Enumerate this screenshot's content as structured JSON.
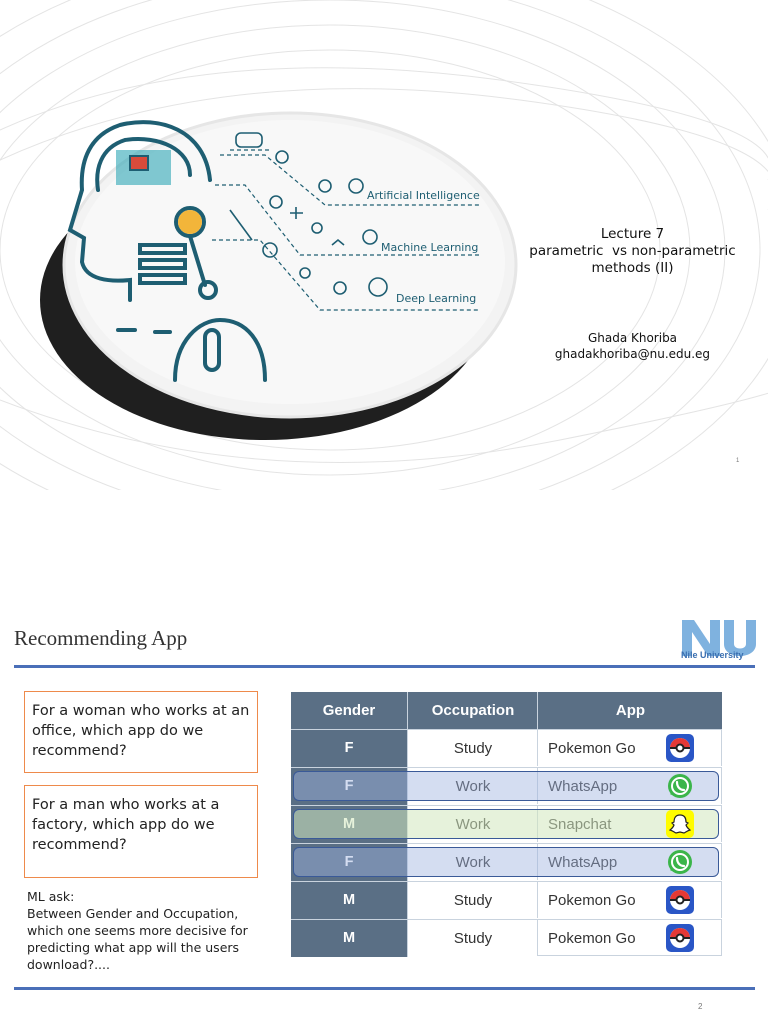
{
  "slide1": {
    "illustration_labels": {
      "ai": "Artificial Intelligence",
      "ml": "Machine Learning",
      "dl": "Deep Learning"
    },
    "lecture": {
      "line1": "Lecture 7",
      "line2": "parametric  vs non-parametric",
      "line3": "methods (II)"
    },
    "author": {
      "name": "Ghada Khoriba",
      "email": "ghadakhoriba@nu.edu.eg"
    },
    "page_number": "1"
  },
  "slide2": {
    "title": "Recommending App",
    "logo_caption": "Nile University",
    "question1": "For a woman who works at an office, which app do we recommend?",
    "question2": "For a man who works at a factory, which app do we recommend?",
    "ml_ask": [
      "ML ask:",
      "Between Gender and Occupation,",
      "which one seems more decisive for",
      "predicting what app will the users",
      "download?...."
    ],
    "table": {
      "headers": [
        "Gender",
        "Occupation",
        "App"
      ],
      "rows": [
        {
          "gender": "F",
          "occupation": "Study",
          "app": "Pokemon Go",
          "icon": "pokeball-icon",
          "highlight": "none"
        },
        {
          "gender": "F",
          "occupation": "Work",
          "app": "WhatsApp",
          "icon": "whatsapp-icon",
          "highlight": "blue"
        },
        {
          "gender": "M",
          "occupation": "Work",
          "app": "Snapchat",
          "icon": "snapchat-icon",
          "highlight": "green"
        },
        {
          "gender": "F",
          "occupation": "Work",
          "app": "WhatsApp",
          "icon": "whatsapp-icon",
          "highlight": "blue"
        },
        {
          "gender": "M",
          "occupation": "Study",
          "app": "Pokemon Go",
          "icon": "pokeball-icon",
          "highlight": "none"
        },
        {
          "gender": "M",
          "occupation": "Study",
          "app": "Pokemon Go",
          "icon": "pokeball-icon",
          "highlight": "none"
        }
      ]
    },
    "page_number": "2"
  },
  "colors": {
    "accent_blue": "#4a6fb8",
    "header_slate": "#5a6f85",
    "box_orange": "#ee8a4b",
    "illustration_teal": "#1e5e72"
  }
}
